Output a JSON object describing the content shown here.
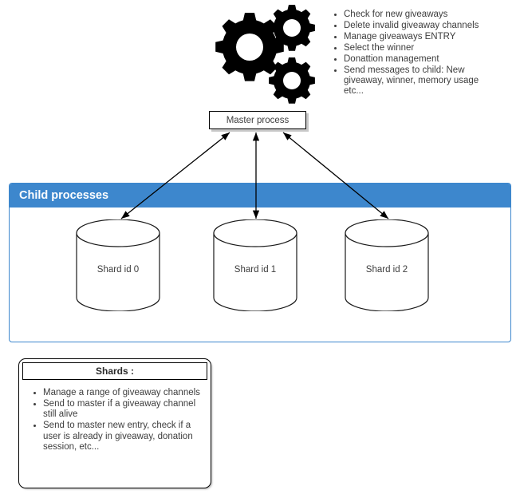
{
  "diagram": {
    "master": {
      "icon": "gears-icon",
      "box_label": "Master process",
      "duties": [
        "Check for new giveaways",
        "Delete invalid giveaway channels",
        "Manage giveaways ENTRY",
        "Select the winner",
        "Donattion management",
        "Send messages to child: New giveaway, winner, memory usage etc..."
      ]
    },
    "child_processes": {
      "title": "Child processes",
      "header_color": "#3d87cd",
      "shards": [
        {
          "label": "Shard id 0"
        },
        {
          "label": "Shard id 1"
        },
        {
          "label": "Shard id 2"
        }
      ]
    },
    "shards_note": {
      "title": "Shards :",
      "items": [
        "Manage a range of giveaway channels",
        "Send to master if a giveaway channel still alive",
        "Send to master new entry, check if a user is already in giveaway, donation session, etc..."
      ]
    },
    "connectors": {
      "style": "double-headed-arrow",
      "count": 3
    }
  }
}
